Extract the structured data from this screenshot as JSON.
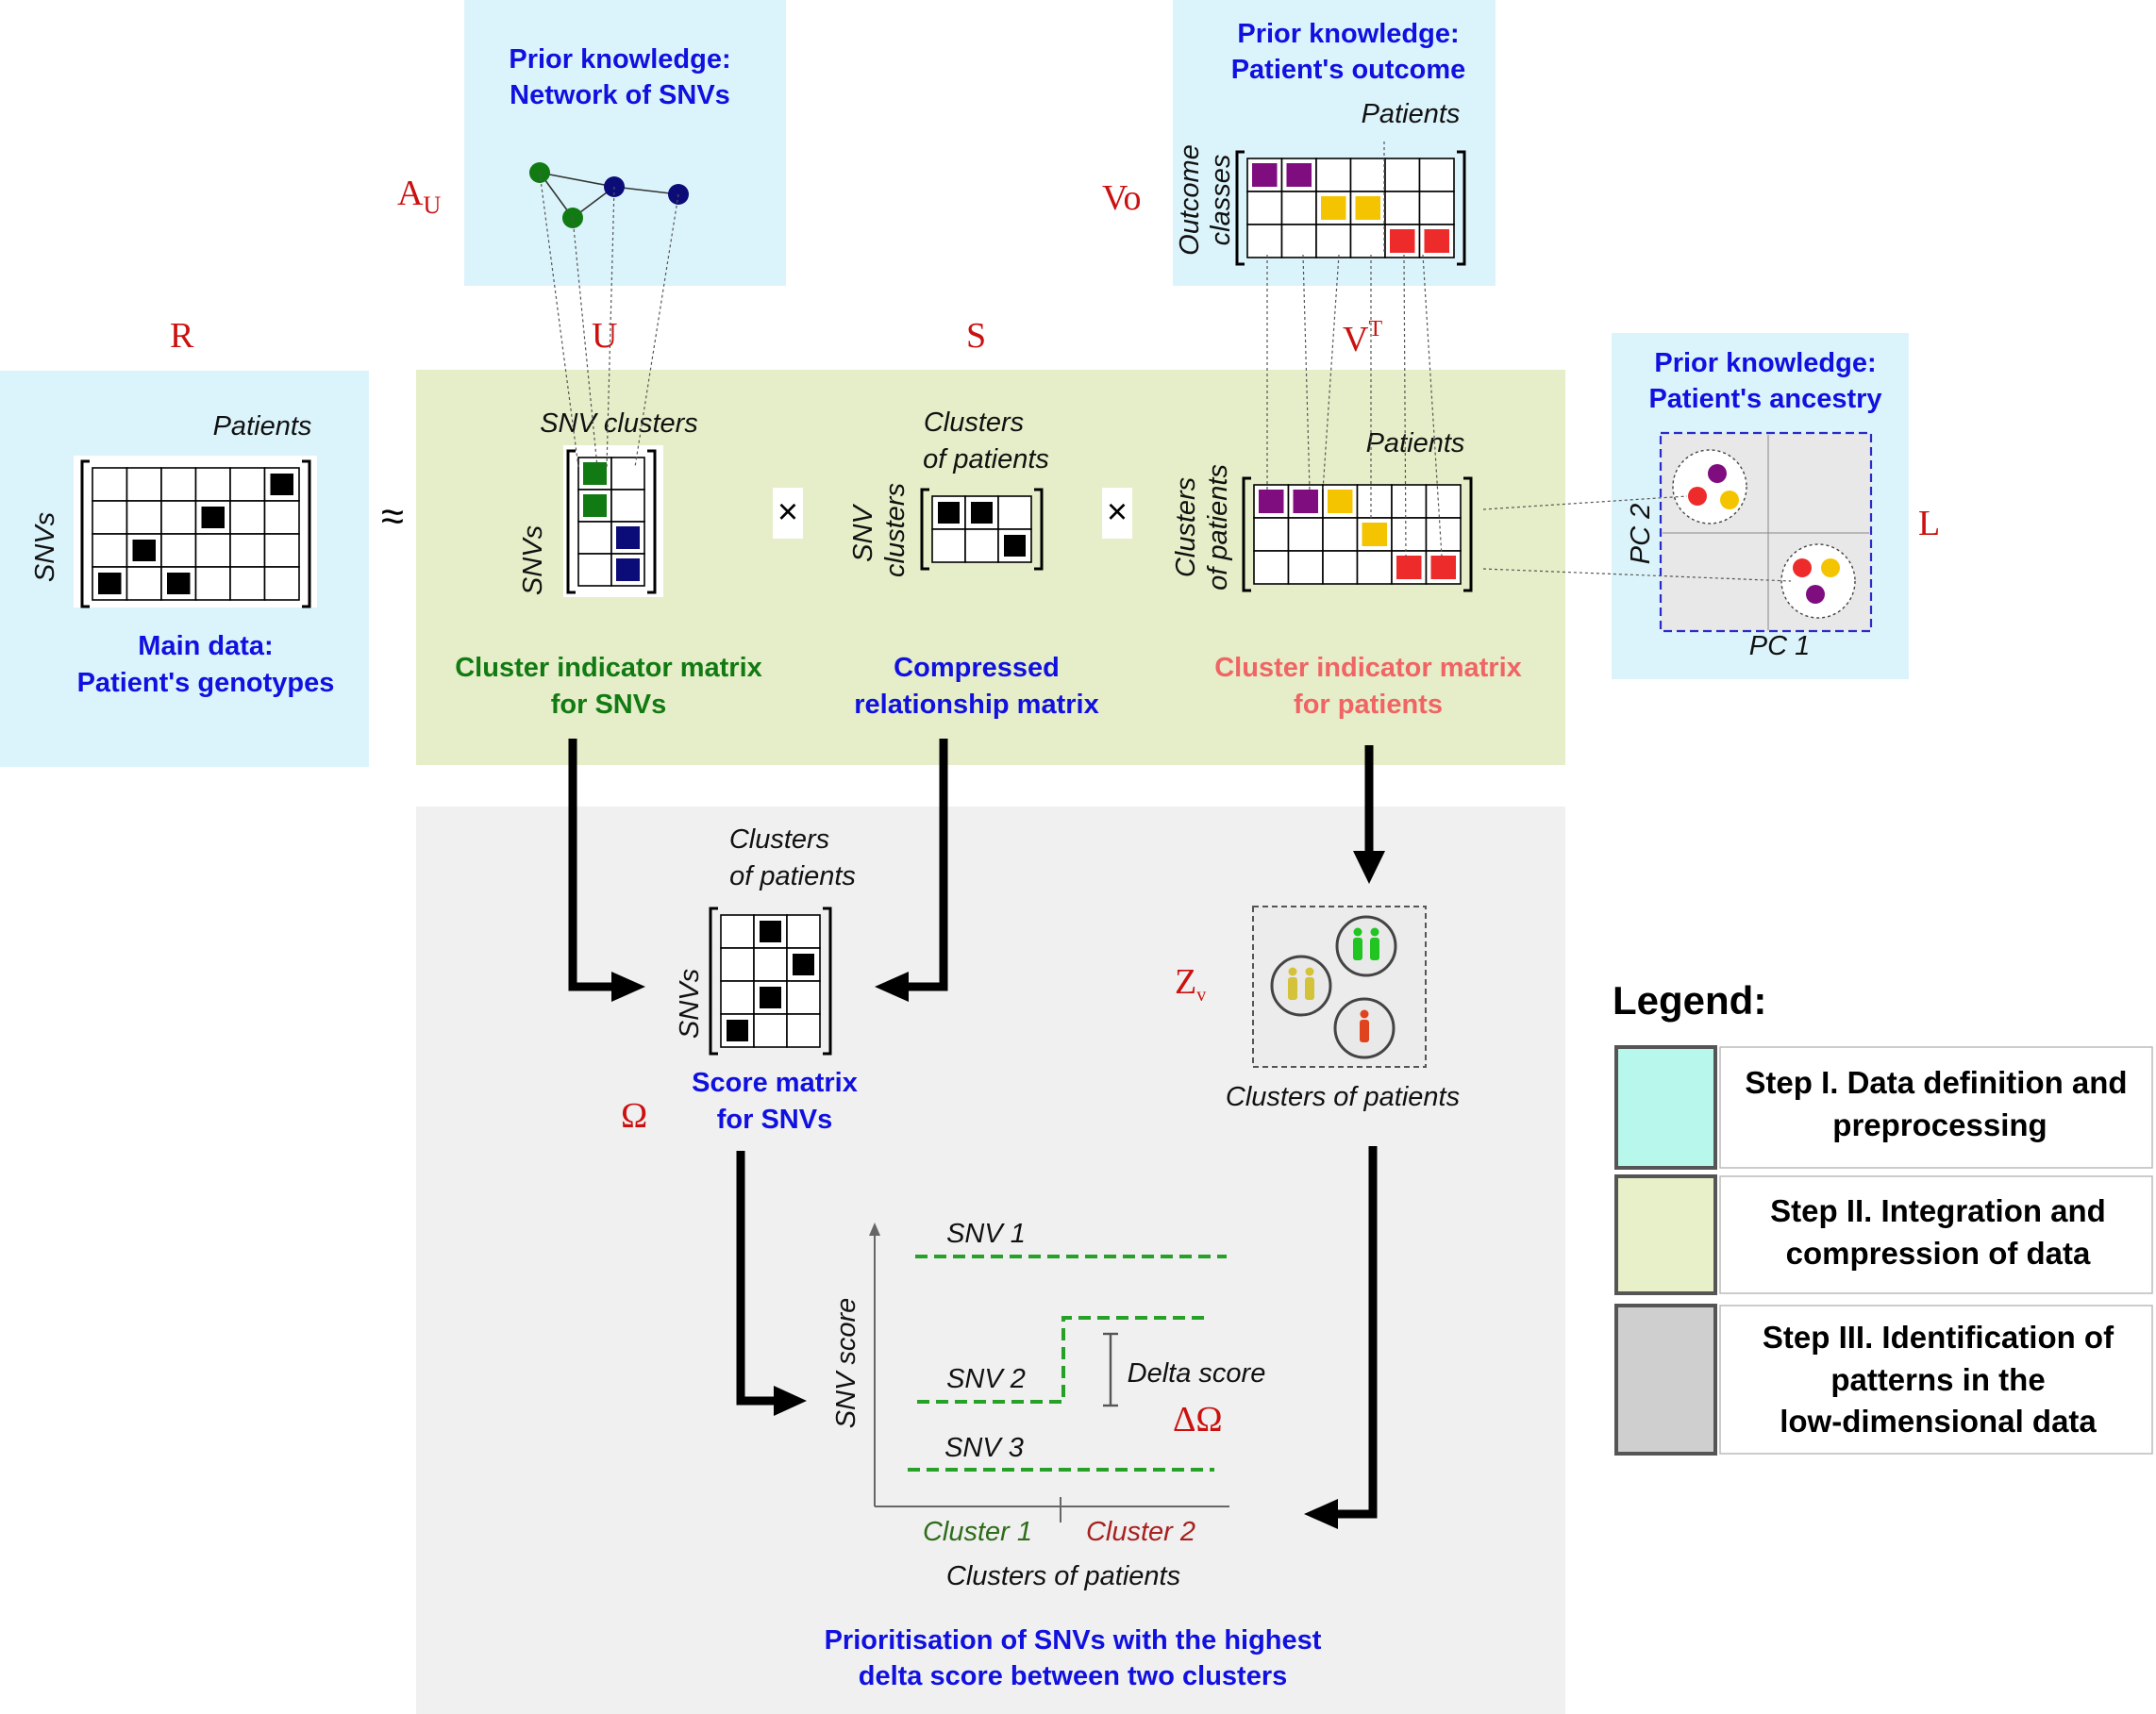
{
  "colors": {
    "step1": "#dbf4fb",
    "step2": "#e5eec8",
    "step3": "#eff0ef",
    "legend_step1": "#b8f7ec",
    "legend_step2": "#e7f0c8",
    "legend_step3": "#cfcfcf",
    "snv_green": "#127a12",
    "snv_navy": "#0c0c78",
    "purple": "#7f0d7f",
    "yellow": "#f5c400",
    "red": "#ee2b2b"
  },
  "symbols": {
    "R": "R",
    "U": "U",
    "S": "S",
    "V": "V",
    "V_sup": "T",
    "A": "A",
    "A_sub": "U",
    "Vo": "Vo",
    "L": "L",
    "Z": "Z",
    "Z_sub": "v",
    "Omega": "Ω",
    "DeltaOmega": "ΔΩ",
    "approx": "≈",
    "times": "×"
  },
  "prior_network": {
    "line1": "Prior knowledge:",
    "line2": "Network of SNVs"
  },
  "prior_outcome": {
    "line1": "Prior knowledge:",
    "line2": "Patient's outcome",
    "cols_label": "Patients",
    "rows_label_1": "Outcome",
    "rows_label_2": "classes"
  },
  "prior_ancestry": {
    "line1": "Prior knowledge:",
    "line2": "Patient's ancestry",
    "x_axis": "PC 1",
    "y_axis": "PC 2"
  },
  "main_data": {
    "cols_label": "Patients",
    "rows_label": "SNVs",
    "title1": "Main data:",
    "title2": "Patient's genotypes"
  },
  "matrix_u": {
    "cols_label": "SNV clusters",
    "rows_label": "SNVs",
    "title1": "Cluster indicator matrix",
    "title2": "for SNVs"
  },
  "matrix_s": {
    "cols_label_1": "Clusters",
    "cols_label_2": "of patients",
    "rows_label_1": "SNV",
    "rows_label_2": "clusters",
    "title1": "Compressed",
    "title2": "relationship matrix"
  },
  "matrix_v": {
    "cols_label": "Patients",
    "rows_label_1": "Clusters",
    "rows_label_2": "of patients",
    "title1": "Cluster indicator matrix",
    "title2": "for patients"
  },
  "score_matrix": {
    "cols_label_1": "Clusters",
    "cols_label_2": "of patients",
    "rows_label": "SNVs",
    "title1": "Score matrix",
    "title2": "for SNVs"
  },
  "patient_clusters": {
    "label": "Clusters of patients"
  },
  "score_chart": {
    "y_axis": "SNV score",
    "x_axis": "Clusters of patients",
    "cluster1": "Cluster 1",
    "cluster2": "Cluster 2",
    "snv1": "SNV 1",
    "snv2": "SNV 2",
    "snv3": "SNV 3",
    "delta_label": "Delta score"
  },
  "conclusion": {
    "line1": "Prioritisation of SNVs with the highest",
    "line2": "delta score between two clusters"
  },
  "legend": {
    "title": "Legend:",
    "step1_line1": "Step I. Data definition and",
    "step1_line2": "preprocessing",
    "step2_line1": "Step II. Integration and",
    "step2_line2": "compression of data",
    "step3_line1": "Step III. Identification of",
    "step3_line2": "patterns in the",
    "step3_line3": "low-dimensional data"
  }
}
